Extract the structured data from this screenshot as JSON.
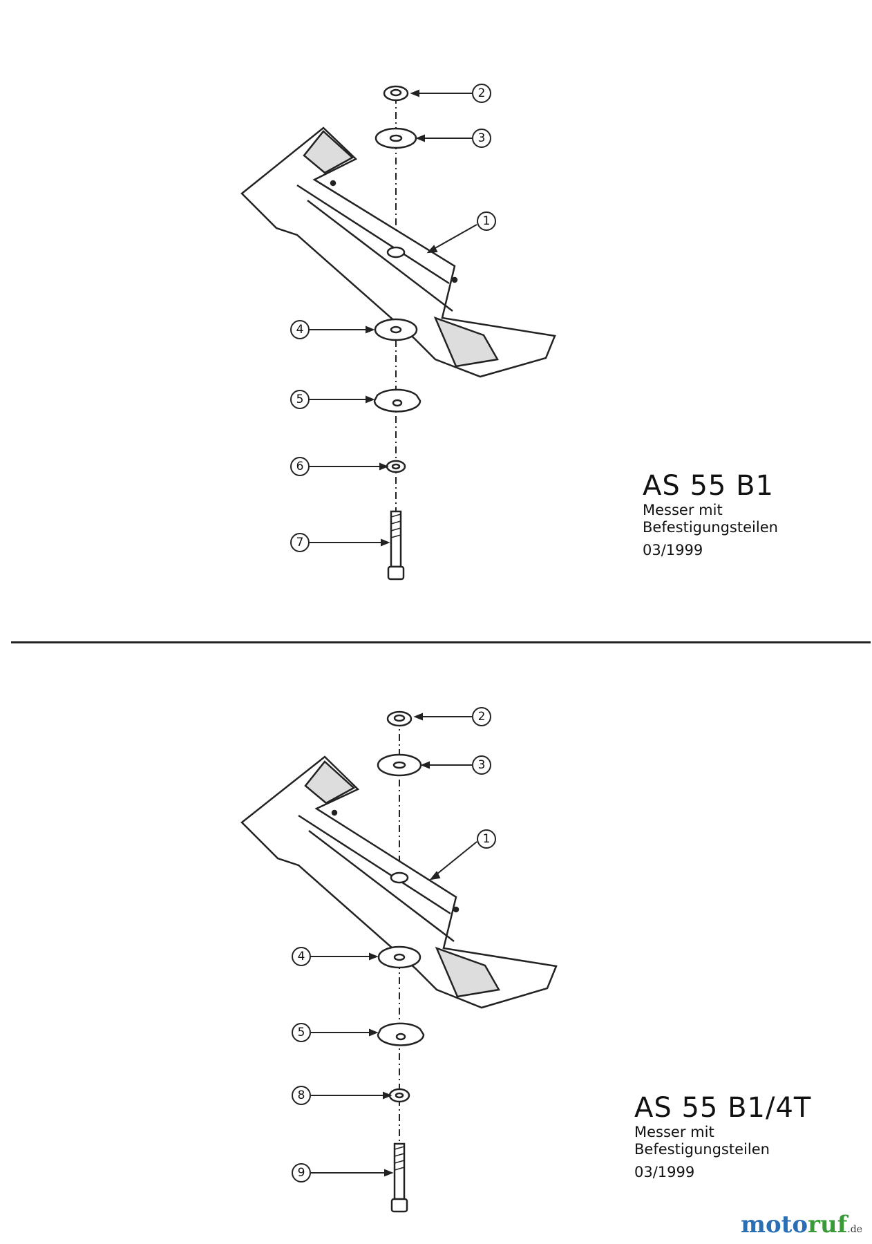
{
  "sections": [
    {
      "title": "AS 55 B1",
      "description_line1": "Messer mit",
      "description_line2": "Befestigungsteilen",
      "date": "03/1999",
      "callouts": [
        "2",
        "3",
        "1",
        "4",
        "5",
        "6",
        "7"
      ]
    },
    {
      "title": "AS 55 B1/4T",
      "description_line1": "Messer mit",
      "description_line2": "Befestigungsteilen",
      "date": "03/1999",
      "callouts": [
        "2",
        "3",
        "1",
        "4",
        "5",
        "8",
        "9"
      ]
    }
  ],
  "watermark": {
    "part1": "moto",
    "part2": "ruf",
    "suffix": ".de"
  },
  "colors": {
    "line": "#222222",
    "watermark_blue": "#2a6fb3",
    "watermark_green": "#3a9a3a"
  }
}
